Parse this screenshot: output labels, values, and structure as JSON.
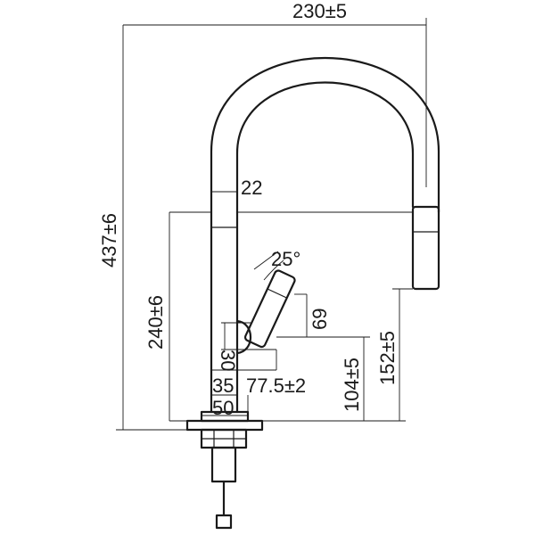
{
  "diagram": {
    "dimensions": {
      "total_width": "230±5",
      "spout_diameter": "22",
      "total_height": "437±6",
      "body_height": "240±6",
      "handle_angle": "25°",
      "handle_length": "69",
      "handle_width": "30",
      "aerator_height": "152±5",
      "outlet_height": "104±5",
      "base_offset": "77.5±2",
      "body_diameter": "35",
      "base_diameter": "50"
    },
    "colors": {
      "line": "#1a1a1a",
      "background": "#ffffff"
    }
  }
}
